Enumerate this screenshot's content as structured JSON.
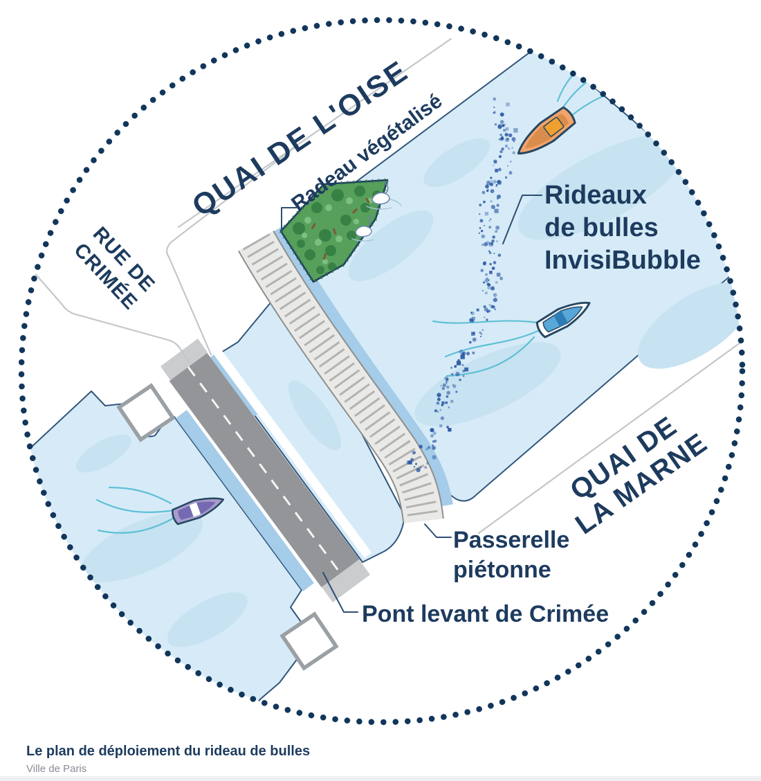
{
  "figure": {
    "caption_title": "Le plan de déploiement du rideau de bulles",
    "caption_source": "Ville de Paris"
  },
  "streets": {
    "quai_oise": "QUAI DE L'OISE",
    "rue_crimee": [
      "RUE DE",
      "CRIMÉE"
    ],
    "quai_marne": [
      "QUAI DE",
      "LA MARNE"
    ]
  },
  "annotations": {
    "radeau": "Radeau végétalisé",
    "rideaux": [
      "Rideaux",
      "de bulles",
      "InvisiBubble"
    ],
    "passerelle": [
      "Passerelle",
      "piétonne"
    ],
    "pont": "Pont levant de Crimée"
  },
  "features": {
    "icons": [
      "vegetated-raft-icon",
      "swan-icon",
      "bubble-curtain-dots",
      "footbridge-icon",
      "lift-bridge-road-icon",
      "boat-orange-icon",
      "boat-blue-icon",
      "boat-purple-icon",
      "wake-lines-icon",
      "dotted-circle-border"
    ]
  },
  "colors": {
    "navy_text": "#1d3b5e",
    "navy_line": "#31567c",
    "dot_border": "#12365b",
    "water": "#d6ebf7",
    "water_shade": "#c7e2f1",
    "channel": "#a5cce8",
    "road_gray": "#939598",
    "footbridge_gray": "#e9e9e7",
    "raft_green": "#57a05c",
    "wake_teal": "#5fc0d6",
    "boat_orange": "#f2a46b",
    "boat_blue": "#57a7d8",
    "boat_purple": "#a89ccd"
  }
}
